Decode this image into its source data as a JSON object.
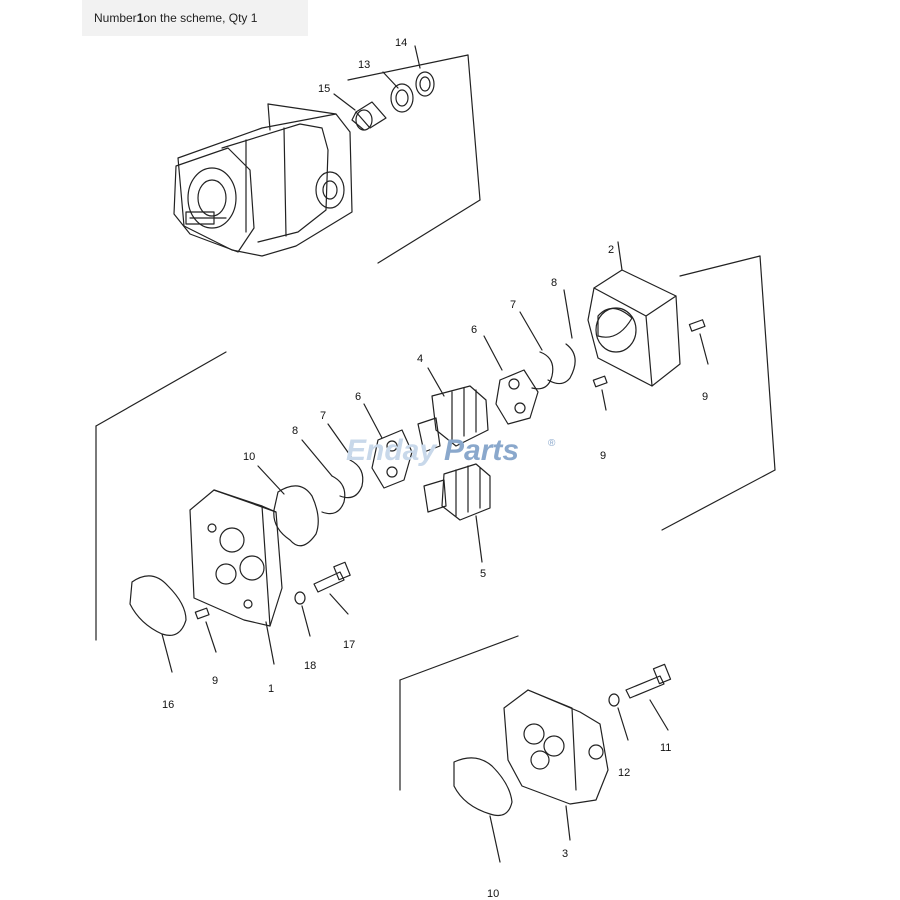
{
  "caption": {
    "prefix": "Number ",
    "number": "1",
    "suffix": " on the scheme, Qty 1"
  },
  "watermark": {
    "part1": "Enday",
    "part2": "Parts",
    "registered": "®",
    "color_light": "#c8d8ea",
    "color_dark": "#8aa8cc"
  },
  "callouts": {
    "c14": "14",
    "c13": "13",
    "c15": "15",
    "c2": "2",
    "c8a": "8",
    "c7a": "7",
    "c6a": "6",
    "c4": "4",
    "c6b": "6",
    "c7b": "7",
    "c8b": "8",
    "c9a": "9",
    "c9b": "9",
    "c10a": "10",
    "c5": "5",
    "c17": "17",
    "c18": "18",
    "c1": "1",
    "c9c": "9",
    "c16": "16",
    "c11": "11",
    "c12": "12",
    "c3": "3",
    "c10b": "10"
  }
}
